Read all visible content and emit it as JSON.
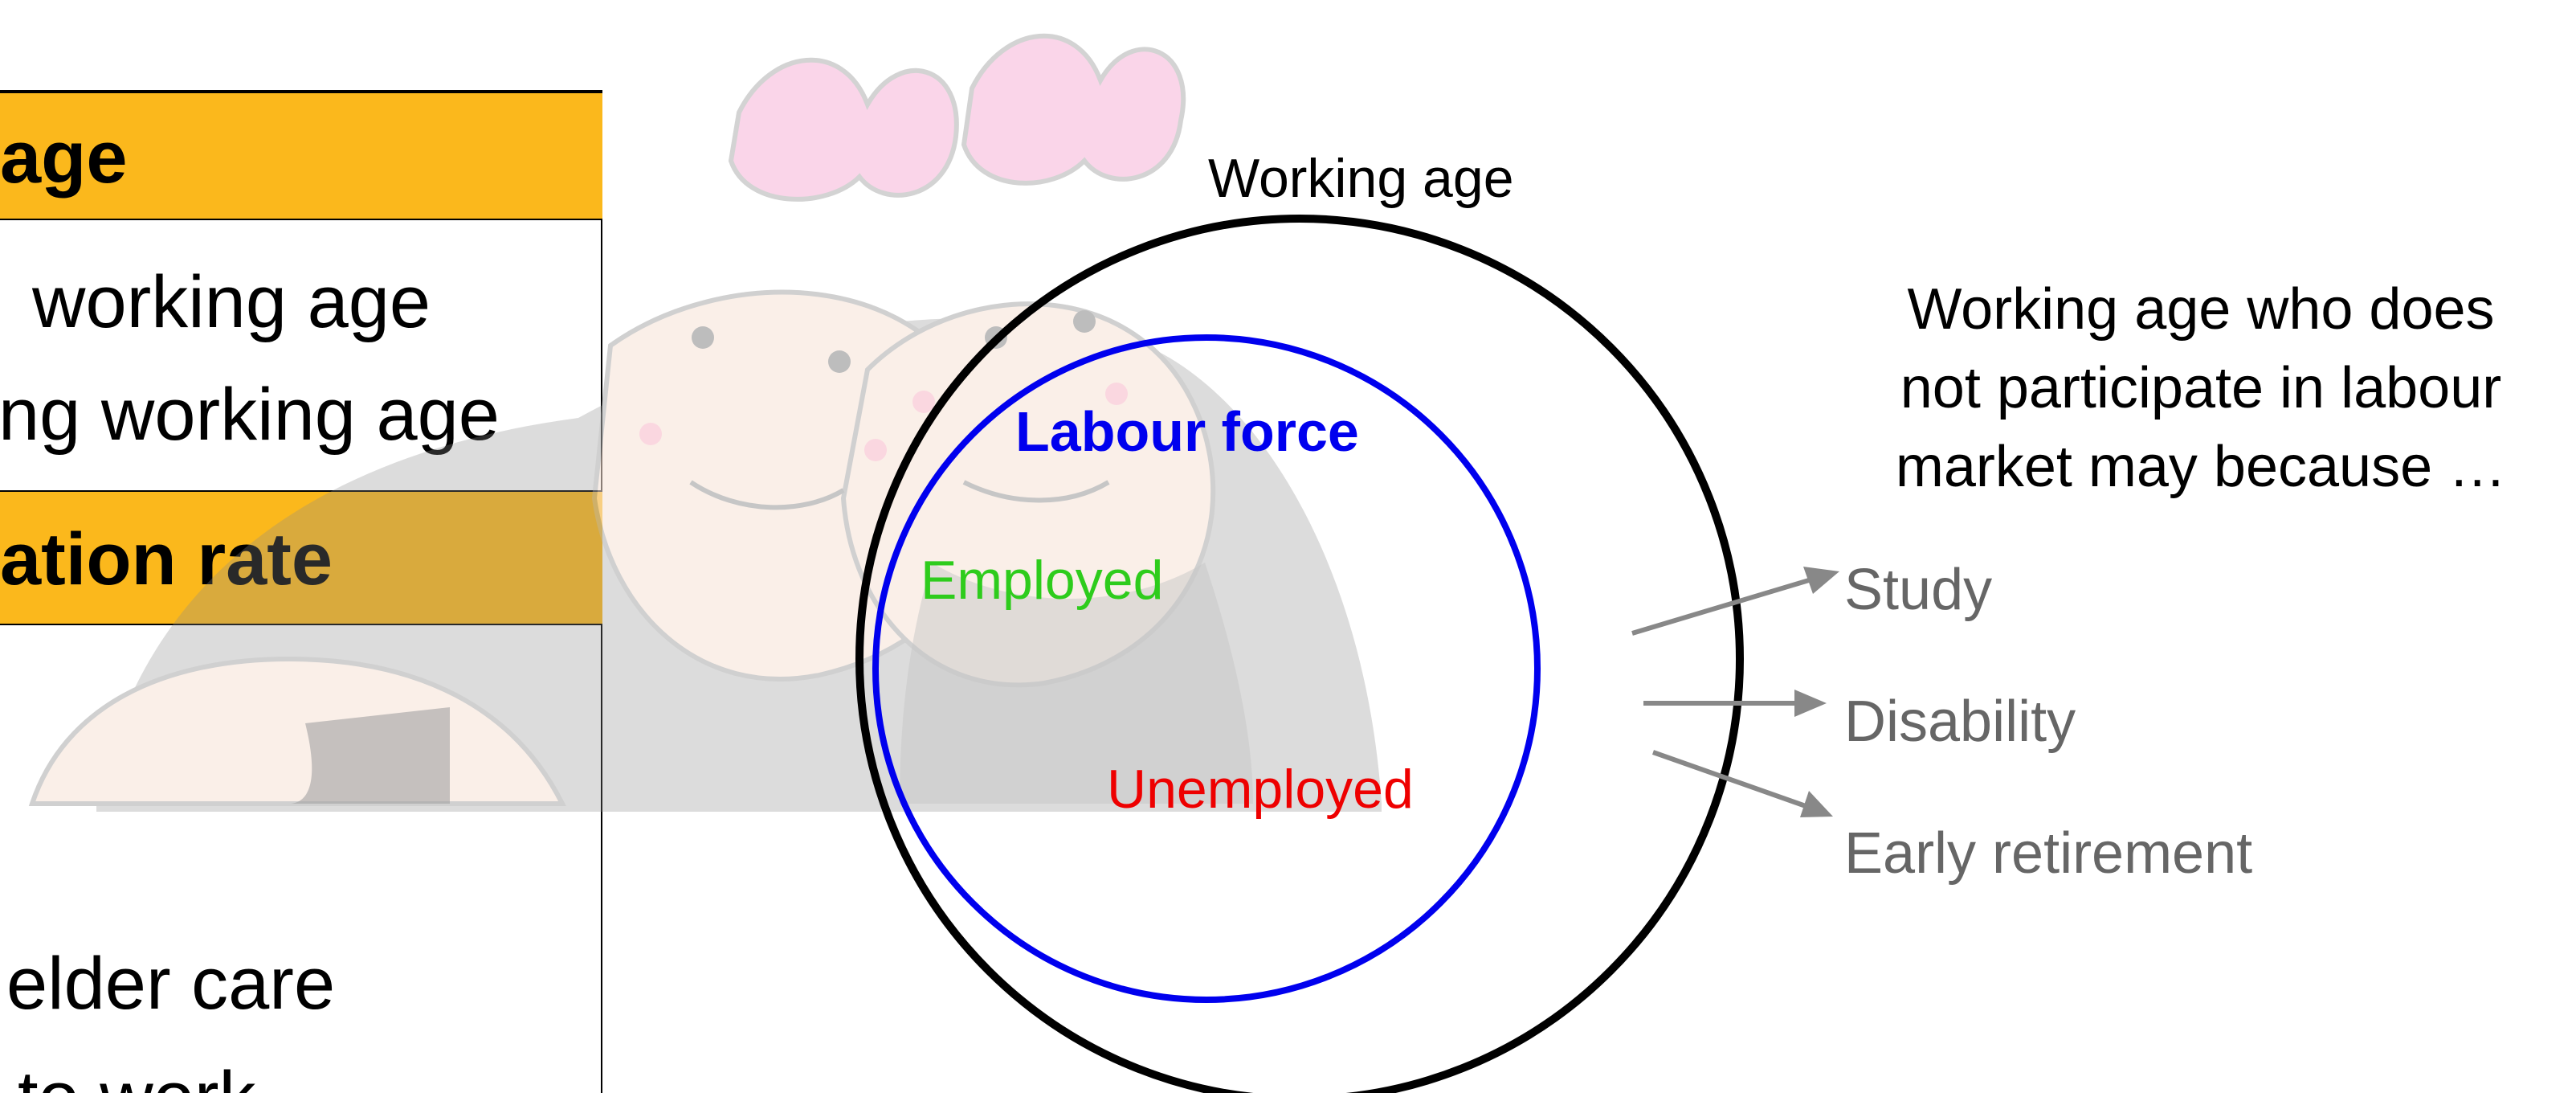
{
  "left_table": {
    "header_1": "age",
    "line_1": "working age",
    "line_2": "ng working age",
    "header_2": "ation rate",
    "line_3": "elder care",
    "line_4": "to work"
  },
  "diagram": {
    "outer_label": "Working age",
    "inner_label": "Labour force",
    "employed_label": "Employed",
    "unemployed_label": "Unemployed",
    "note": [
      "Working age who does",
      "not participate in labour",
      "market may because …"
    ],
    "reasons": [
      "Study",
      "Disability",
      "Early retirement"
    ],
    "colors": {
      "outer_circle": "#000000",
      "inner_circle": "#0000ee",
      "inner_label": "#0000ee",
      "employed": "#2ecc1c",
      "unemployed": "#ee0000",
      "arrows": "#888888",
      "reasons": "#666666",
      "header_fill": "#fbb81c"
    }
  }
}
